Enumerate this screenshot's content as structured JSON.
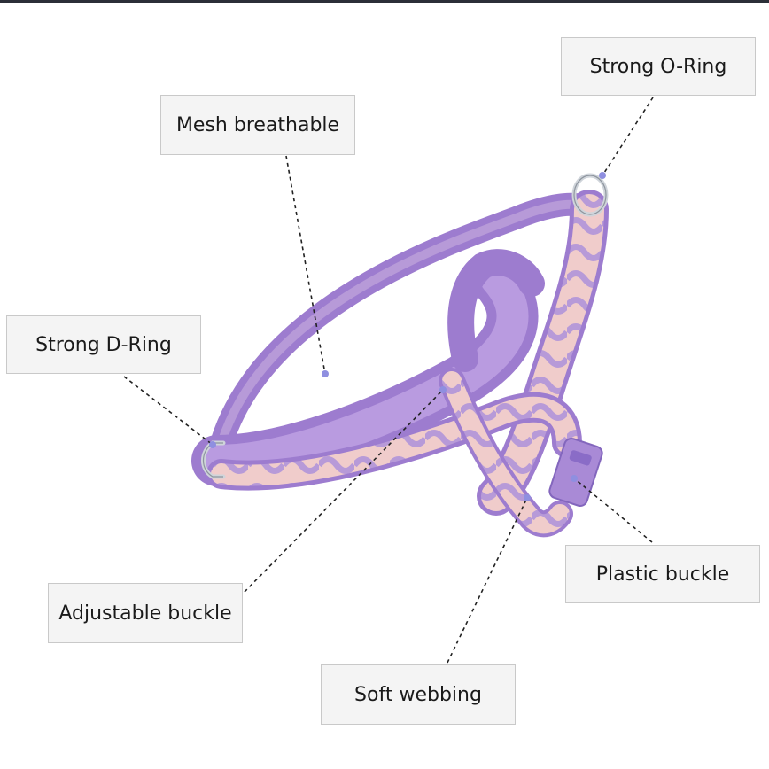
{
  "image": {
    "subject": "purple and pink wave-pattern dog harness",
    "colors": {
      "background": "#ffffff",
      "padding": "#9d7ccf",
      "webbing_pink": "#f0cccb",
      "wave_purple": "#b79ad8",
      "metal": "#cfd4da",
      "leader_line": "#222222",
      "dot": "#8f8fe0"
    }
  },
  "callouts": {
    "strong_o_ring": "Strong O-Ring",
    "mesh_breathable": "Mesh breathable",
    "strong_d_ring": "Strong D-Ring",
    "plastic_buckle": "Plastic buckle",
    "adjustable_buckle": "Adjustable buckle",
    "soft_webbing": "Soft webbing"
  }
}
